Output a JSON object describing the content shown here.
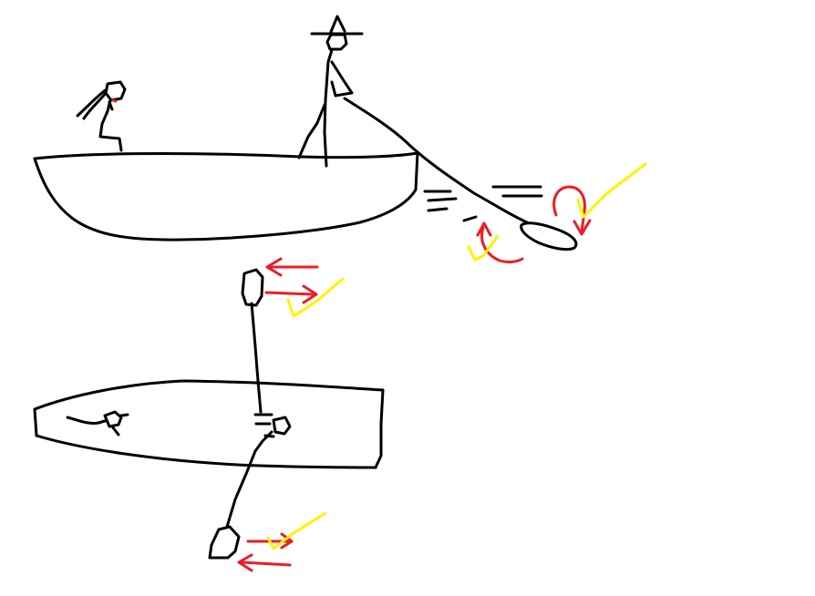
{
  "colors": {
    "background": "#ffffff",
    "ink": "#000000",
    "motion_arrow": "#ed1c24",
    "check_mark": "#fff200"
  },
  "scenes": [
    {
      "id": "side-view",
      "elements": [
        "boat-hull",
        "seated-passenger",
        "standing-boatman-with-hat",
        "stern-oar",
        "water-ripples",
        "oar-blade",
        "rotation-arrows",
        "check-marks"
      ]
    },
    {
      "id": "top-view",
      "elements": [
        "boat-hull",
        "passenger-head",
        "boatman-head",
        "oar-shaft-forward",
        "oar-shaft-back",
        "oar-blades",
        "motion-arrows",
        "check-marks"
      ]
    }
  ]
}
